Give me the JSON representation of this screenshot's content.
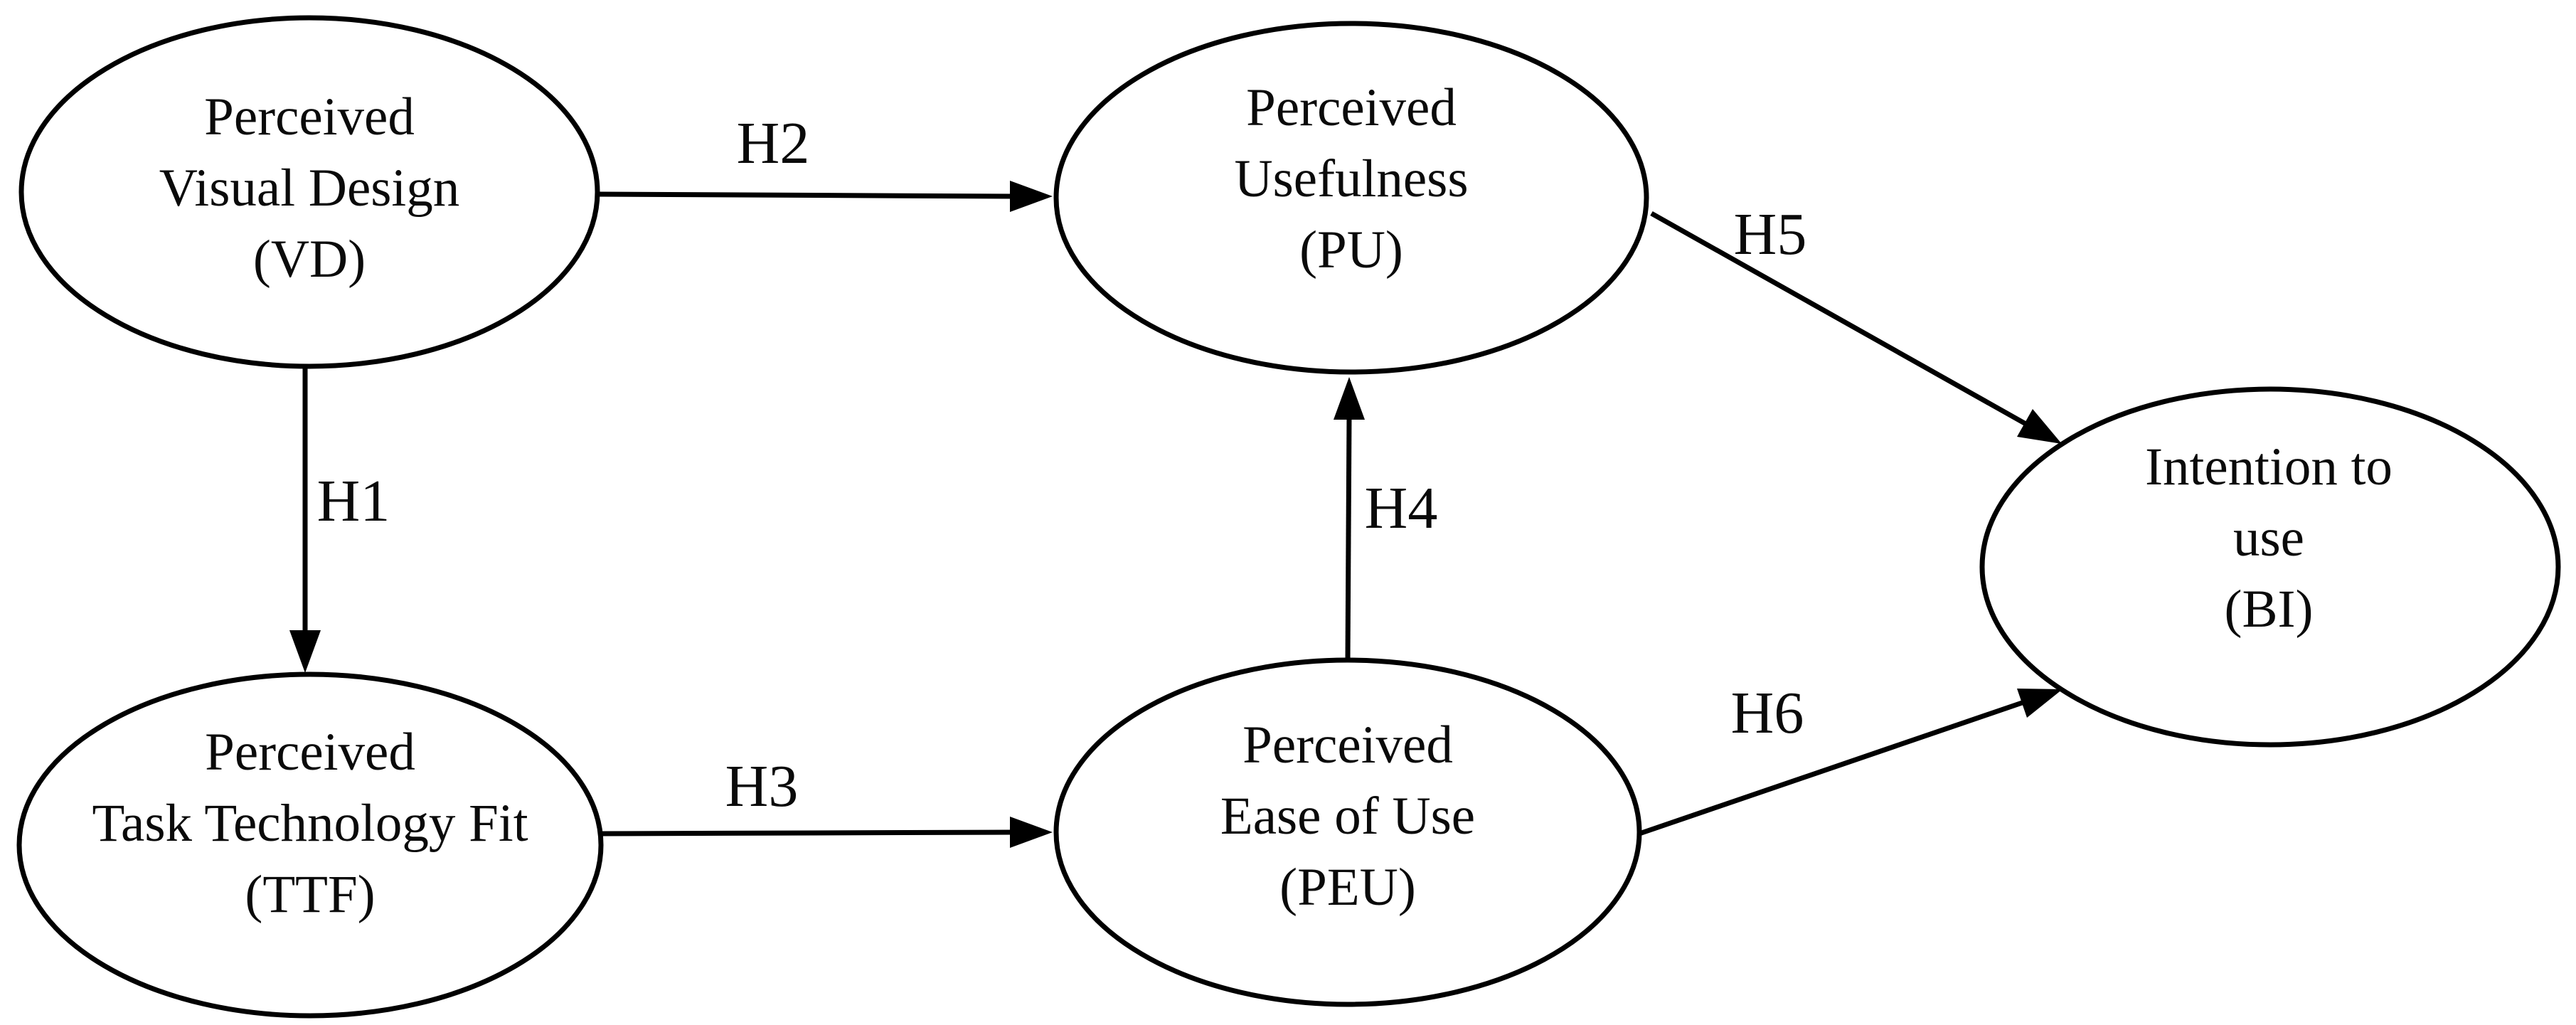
{
  "diagram": {
    "kind": "research-model-path-diagram",
    "colors": {
      "background": "#ffffff",
      "shape_stroke": "#000000",
      "text": "#0a0a0a"
    },
    "nodes": [
      {
        "id": "VD",
        "abbr": "VD",
        "label_lines": [
          "Perceived",
          "Visual Design",
          "(VD)"
        ]
      },
      {
        "id": "PU",
        "abbr": "PU",
        "label_lines": [
          "Perceived",
          "Usefulness",
          "(PU)"
        ]
      },
      {
        "id": "TTF",
        "abbr": "TTF",
        "label_lines": [
          "Perceived",
          "Task Technology Fit",
          "(TTF)"
        ]
      },
      {
        "id": "PEU",
        "abbr": "PEU",
        "label_lines": [
          "Perceived",
          "Ease of Use",
          "(PEU)"
        ]
      },
      {
        "id": "BI",
        "abbr": "BI",
        "label_lines": [
          "Intention to use",
          "(BI)"
        ]
      }
    ],
    "edges": [
      {
        "label": "H1",
        "from": "VD",
        "to": "TTF"
      },
      {
        "label": "H2",
        "from": "VD",
        "to": "PU"
      },
      {
        "label": "H3",
        "from": "TTF",
        "to": "PEU"
      },
      {
        "label": "H4",
        "from": "PEU",
        "to": "PU"
      },
      {
        "label": "H5",
        "from": "PU",
        "to": "BI"
      },
      {
        "label": "H6",
        "from": "PEU",
        "to": "BI"
      }
    ]
  }
}
